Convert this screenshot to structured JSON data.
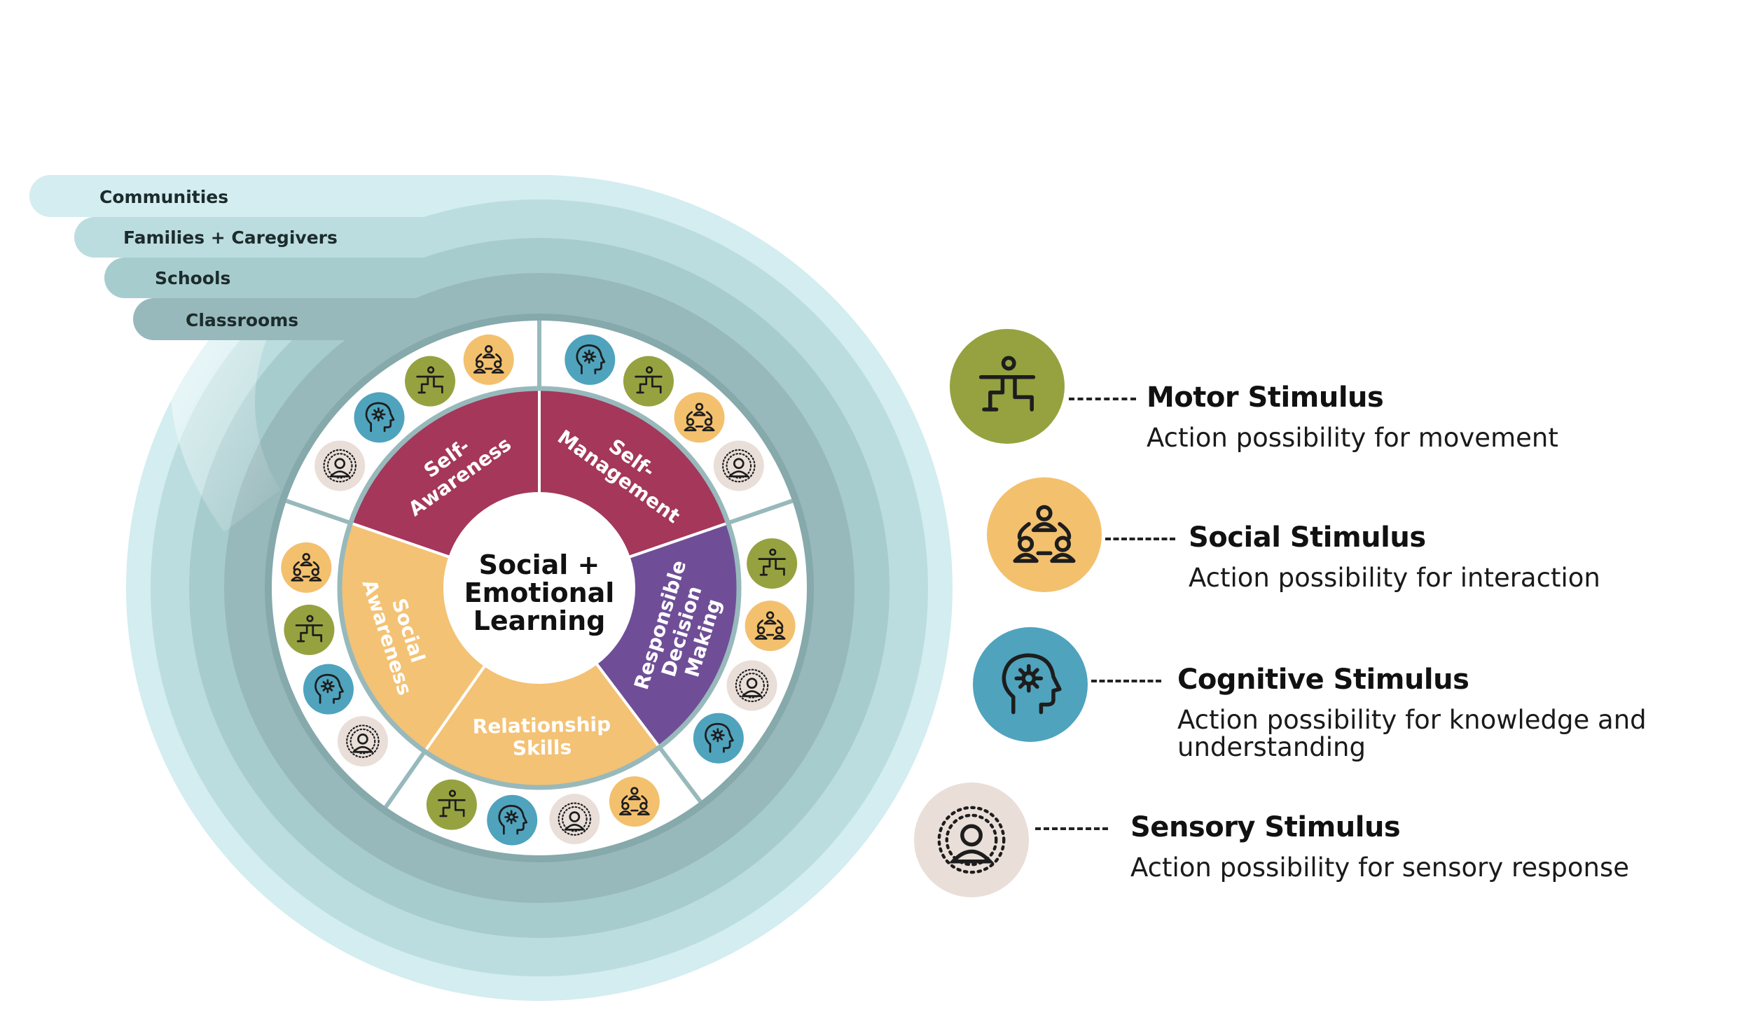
{
  "context_bands": [
    "Communities",
    "Families + Caregivers",
    "Schools",
    "Classrooms"
  ],
  "center": {
    "line1": "Social +",
    "line2": "Emotional",
    "line3": "Learning"
  },
  "competencies": [
    {
      "lines": [
        "Self-",
        "Awareness"
      ],
      "color": "#a4375a"
    },
    {
      "lines": [
        "Self-",
        "Management"
      ],
      "color": "#a4375a"
    },
    {
      "lines": [
        "Responsible",
        "Decision",
        "Making"
      ],
      "color": "#6f4e97"
    },
    {
      "lines": [
        "Relationship",
        "Skills"
      ],
      "color": "#f3c274"
    },
    {
      "lines": [
        "Social",
        "Awareness"
      ],
      "color": "#f3c274"
    }
  ],
  "legend": [
    {
      "title": "Motor Stimulus",
      "description": [
        "Action possibility for movement"
      ],
      "color": "#96a23f",
      "icon": "motor-icon"
    },
    {
      "title": "Social Stimulus",
      "description": [
        "Action possibility for interaction"
      ],
      "color": "#f3c06e",
      "icon": "social-icon"
    },
    {
      "title": "Cognitive Stimulus",
      "description": [
        "Action possibility for knowledge and",
        "understanding"
      ],
      "color": "#4fa3bd",
      "icon": "cognitive-icon"
    },
    {
      "title": "Sensory Stimulus",
      "description": [
        "Action possibility for sensory response"
      ],
      "color": "#e9ded8",
      "icon": "sensory-icon"
    }
  ]
}
